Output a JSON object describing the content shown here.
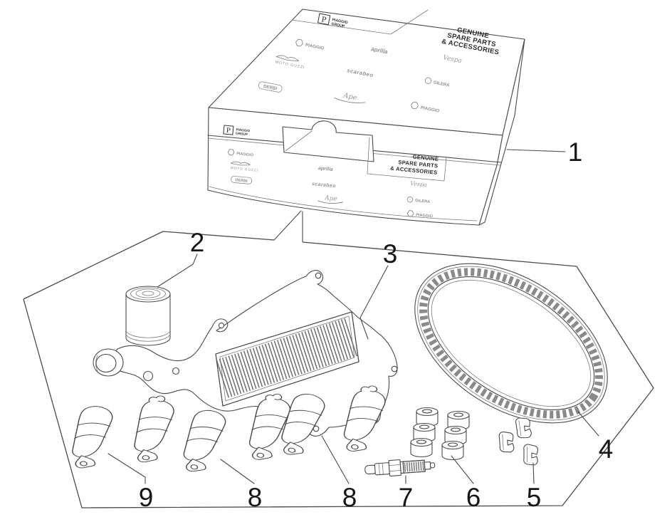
{
  "diagram": {
    "callouts": {
      "c1": "1",
      "c2": "2",
      "c3": "3",
      "c4": "4",
      "c5": "5",
      "c6": "6",
      "c7": "7",
      "c8a": "8",
      "c8b": "8",
      "c9": "9"
    }
  },
  "box": {
    "maker_logo": {
      "initial": "P",
      "line1": "PIAGGIO",
      "line2": "GROUP"
    },
    "tagline": {
      "line1": "GENUINE",
      "line2": "SPARE PARTS",
      "line3": "& ACCESSORIES"
    },
    "brands": {
      "piaggio": "PIAGGIO",
      "aprilia": "aprilia",
      "moto_guzzi": "MOTO GUZZI",
      "vespa": "Vespa",
      "scarabeo": "scarabeo",
      "gilera": "GILERA",
      "derbi": "DERBI",
      "ape": "Ape"
    }
  }
}
